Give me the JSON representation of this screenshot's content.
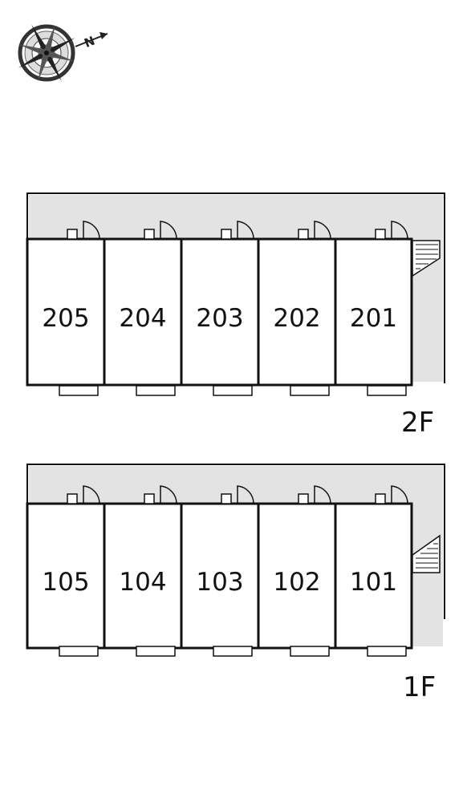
{
  "compass": {
    "icon": "compass-rose-icon",
    "north_label": "N"
  },
  "colors": {
    "corridor": "#e3e3e3",
    "wall": "#111111",
    "background": "#ffffff"
  },
  "floors": [
    {
      "id": "2F",
      "label": "2F",
      "rooms": [
        "205",
        "204",
        "203",
        "202",
        "201"
      ]
    },
    {
      "id": "1F",
      "label": "1F",
      "rooms": [
        "105",
        "104",
        "103",
        "102",
        "101"
      ]
    }
  ]
}
